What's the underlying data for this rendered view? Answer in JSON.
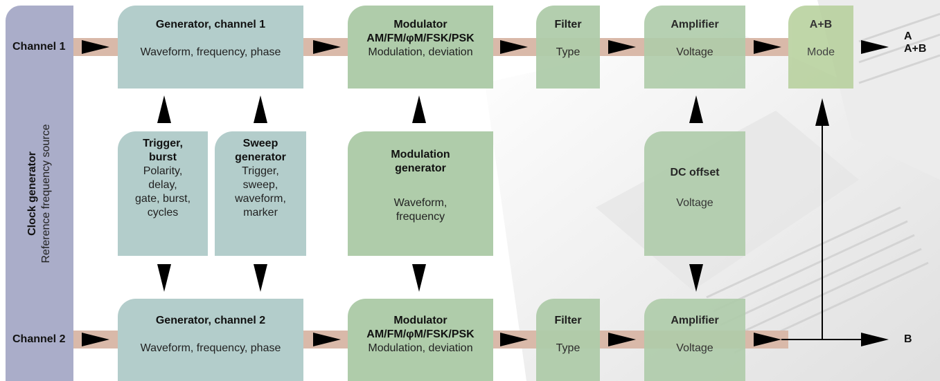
{
  "clock": {
    "title": "Clock generator",
    "subtitle": "Reference frequency source"
  },
  "inputs": {
    "ch1": "Channel 1",
    "ch2": "Channel 2"
  },
  "gen1": {
    "title": "Generator, channel 1",
    "sub": "Waveform, frequency, phase"
  },
  "gen2": {
    "title": "Generator, channel 2",
    "sub": "Waveform, frequency, phase"
  },
  "mod1": {
    "title": "Modulator\nAM/FM/φM/FSK/PSK",
    "sub": "Modulation, deviation"
  },
  "mod2": {
    "title": "Modulator\nAM/FM/φM/FSK/PSK",
    "sub": "Modulation, deviation"
  },
  "filter1": {
    "title": "Filter",
    "sub": "Type"
  },
  "filter2": {
    "title": "Filter",
    "sub": "Type"
  },
  "amp1": {
    "title": "Amplifier",
    "sub": "Voltage"
  },
  "amp2": {
    "title": "Amplifier",
    "sub": "Voltage"
  },
  "sum": {
    "title": "A+B",
    "sub": "Mode"
  },
  "trigger": {
    "title": "Trigger,\nburst",
    "sub": "Polarity,\ndelay,\ngate, burst,\ncycles"
  },
  "sweep": {
    "title": "Sweep\ngenerator",
    "sub": "Trigger,\nsweep,\nwaveform,\nmarker"
  },
  "modgen": {
    "title": "Modulation\ngenerator",
    "sub": "Waveform,\nfrequency"
  },
  "dc": {
    "title": "DC offset",
    "sub": "Voltage"
  },
  "outputs": {
    "a": "A",
    "ab": "A+B",
    "b": "B"
  },
  "colors": {
    "generator": "#b3cdcb",
    "modulator": "#afccaa",
    "clock": "#aaadc9",
    "signal_path": "#d9b9a9"
  }
}
